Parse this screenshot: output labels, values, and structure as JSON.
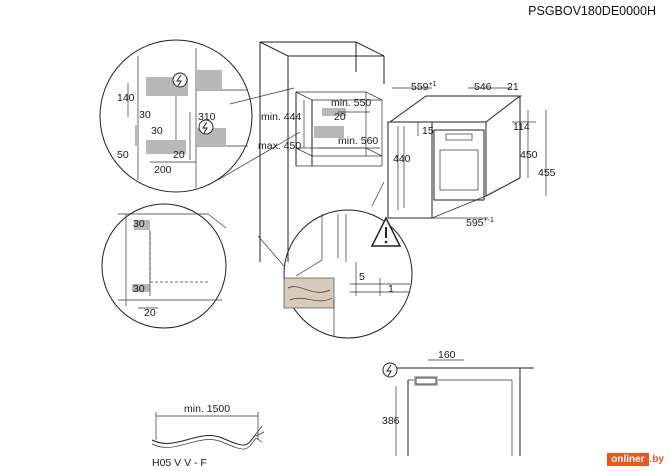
{
  "model_code": "PSGBOV180DE0000H",
  "detail_top": {
    "d140": "140",
    "d30a": "30",
    "d310": "310",
    "d30b": "30",
    "d50": "50",
    "d200": "200",
    "d20": "20"
  },
  "cabinet": {
    "min_444": "min. 444",
    "max_450": "max. 450",
    "min_550": "min. 550",
    "d20": "20",
    "min_560": "min. 560"
  },
  "appliance": {
    "d559": "559",
    "d559_sup": "+1",
    "d546": "546",
    "d21": "21",
    "d15": "15",
    "d114": "114",
    "d440": "440",
    "d450": "450",
    "d455": "455",
    "d595": "595",
    "d595_sup": "+-1"
  },
  "detail_left": {
    "d30a": "30",
    "d30b": "30",
    "d20": "20"
  },
  "detail_mid": {
    "d5": "5",
    "d1": "1"
  },
  "socket": {
    "d160": "160",
    "d386": "386"
  },
  "cable": {
    "min_1500": "min. 1500",
    "type": "H05 V V - F"
  },
  "watermark": {
    "brand": "onliner",
    "tld": ".by"
  }
}
